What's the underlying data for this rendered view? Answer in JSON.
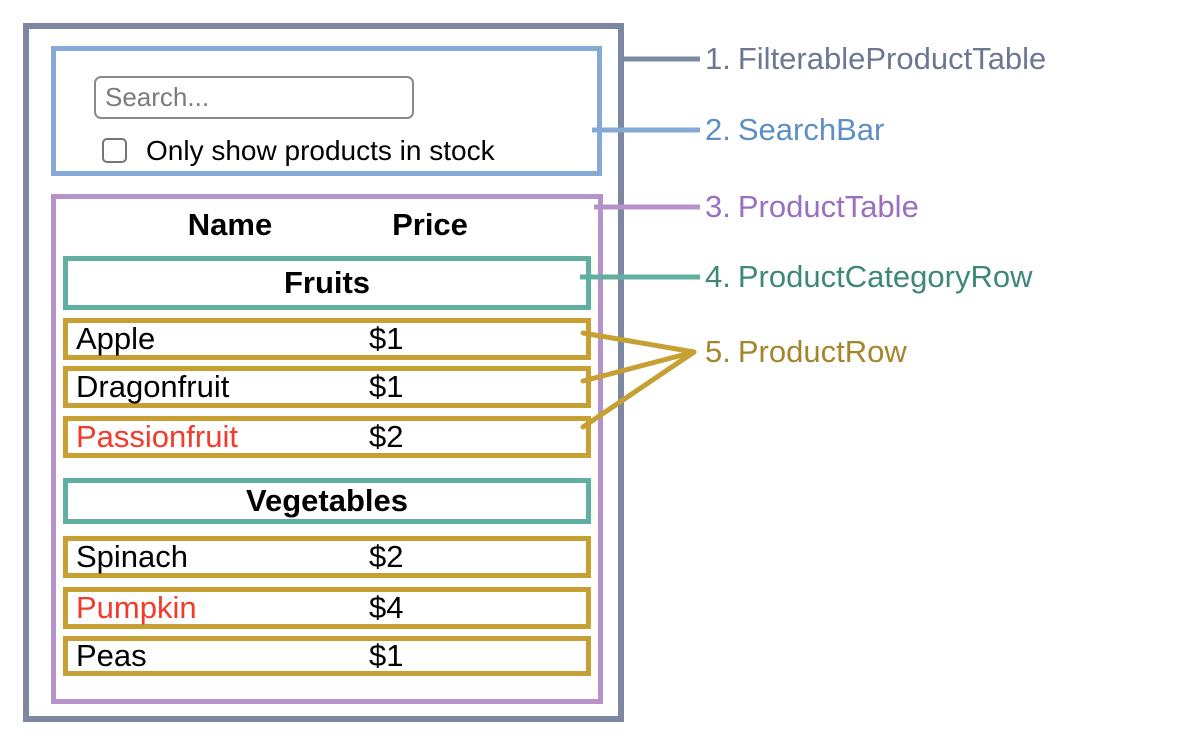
{
  "search_bar": {
    "input_placeholder": "Search...",
    "input_value": "",
    "checkbox_checked": false,
    "checkbox_label": "Only show products in stock"
  },
  "table": {
    "headers": {
      "name": "Name",
      "price": "Price"
    },
    "sections": [
      {
        "category": "Fruits",
        "rows": [
          {
            "name": "Apple",
            "price": "$1",
            "out_of_stock": false
          },
          {
            "name": "Dragonfruit",
            "price": "$1",
            "out_of_stock": false
          },
          {
            "name": "Passionfruit",
            "price": "$2",
            "out_of_stock": true
          }
        ]
      },
      {
        "category": "Vegetables",
        "rows": [
          {
            "name": "Spinach",
            "price": "$2",
            "out_of_stock": false
          },
          {
            "name": "Pumpkin",
            "price": "$4",
            "out_of_stock": true
          },
          {
            "name": "Peas",
            "price": "$1",
            "out_of_stock": false
          }
        ]
      }
    ]
  },
  "legend": {
    "items": [
      {
        "num": "1.",
        "label": "FilterableProductTable",
        "color": "#6c7892"
      },
      {
        "num": "2.",
        "label": "SearchBar",
        "color": "#5d8fc7"
      },
      {
        "num": "3.",
        "label": "ProductTable",
        "color": "#9b6fbf"
      },
      {
        "num": "4.",
        "label": "ProductCategoryRow",
        "color": "#3f8878"
      },
      {
        "num": "5.",
        "label": "ProductRow",
        "color": "#a5862e"
      }
    ]
  },
  "colors": {
    "outer_border": "#7c88a1",
    "searchbar_border": "#84a9d9",
    "producttable_border": "#b791c9",
    "category_border": "#61afa0",
    "productrow_border": "#c6a033",
    "out_of_stock_text": "#f23b2b",
    "text": "#000000"
  }
}
